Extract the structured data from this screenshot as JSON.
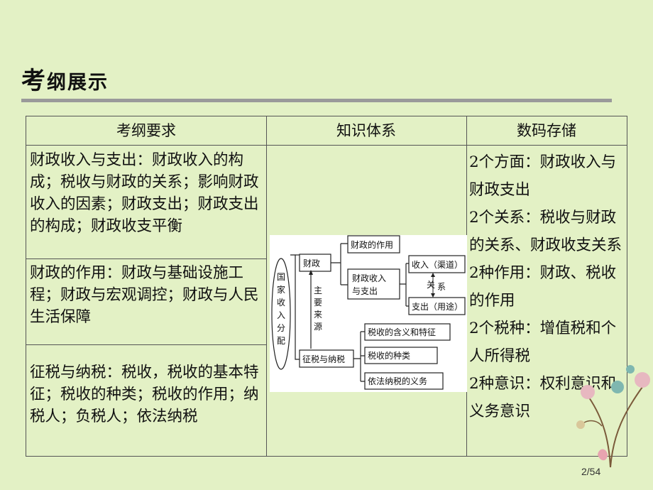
{
  "heading": {
    "first": "考",
    "rest": "纲展示"
  },
  "table": {
    "headers": [
      "考纲要求",
      "知识体系",
      "数码存储"
    ],
    "requirements": [
      "财政收入与支出：财政收入的构成；税收与财政的关系；影响财政收入的因素；财政支出；财政支出的构成；财政收支平衡",
      "财政的作用：财政与基础设施工程；财政与宏观调控；财政与人民生活保障",
      "征税与纳税：税收，税收的基本特征；税收的种类；税收的作用；纳税人；负税人；依法纳税"
    ],
    "storage": [
      "2个方面：财政收入与财政支出",
      "2个关系：税收与财政的关系、财政收支关系",
      "2种作用：财政、税收的作用",
      "2个税种：增值税和个人所得税",
      "2种意识：权利意识和义务意识"
    ]
  },
  "diagram": {
    "root": "国家收入分配",
    "caizheng": "财政",
    "zuoyong": "财政的作用",
    "shouzhi_1": "财政收入",
    "shouzhi_2": "与支出",
    "shouru": "收入（渠道）",
    "zhichu": "支出（用途）",
    "guanxi": "关系",
    "laiyuan": "主要来源",
    "zhengshui": "征税与纳税",
    "hanyi": "税收的含义和特征",
    "zhonglei": "税收的种类",
    "yiwu": "依法纳税的义务"
  },
  "footer": {
    "page": "2/54"
  },
  "colors": {
    "background": "#e3f1c5",
    "rule": "#9a9a9a",
    "border": "#555555"
  }
}
